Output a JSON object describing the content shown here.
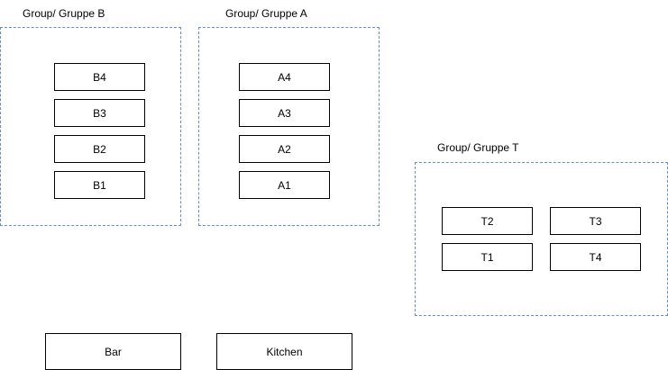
{
  "groups": {
    "b": {
      "label": "Group/ Gruppe B",
      "tables": [
        "B4",
        "B3",
        "B2",
        "B1"
      ]
    },
    "a": {
      "label": "Group/ Gruppe A",
      "tables": [
        "A4",
        "A3",
        "A2",
        "A1"
      ]
    },
    "t": {
      "label": "Group/ Gruppe T",
      "tables": [
        "T2",
        "T3",
        "T1",
        "T4"
      ]
    }
  },
  "places": {
    "bar": "Bar",
    "kitchen": "Kitchen"
  },
  "colors": {
    "group_border": "#6c8ebf",
    "box_border": "#000000"
  }
}
